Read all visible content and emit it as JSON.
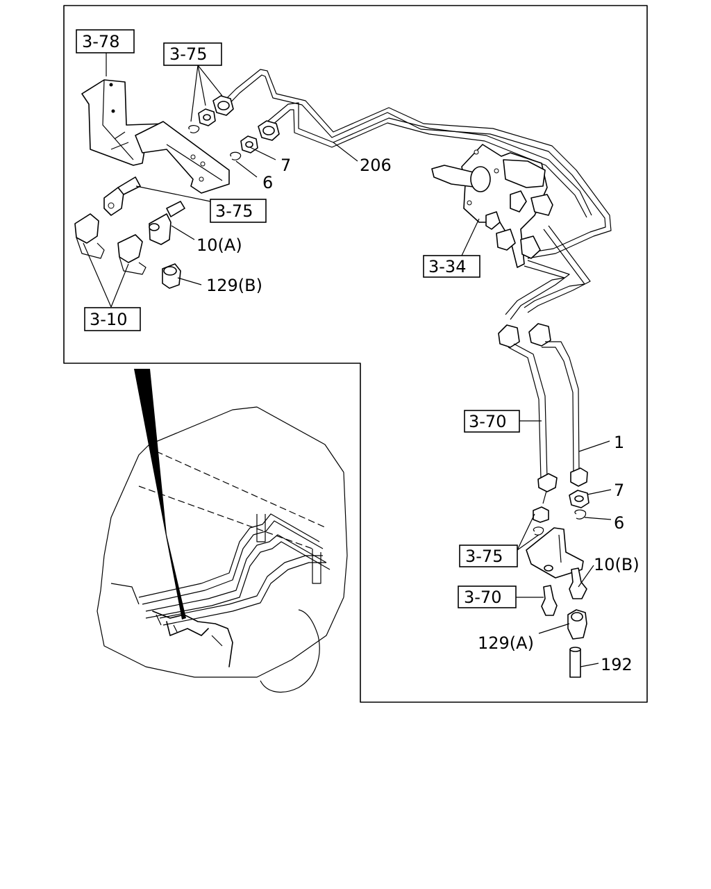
{
  "callouts": {
    "ref_3_78": "3-78",
    "ref_3_75_top": "3-75",
    "ref_3_75_mid": "3-75",
    "ref_3_10": "3-10",
    "ref_3_34": "3-34",
    "ref_3_70_upper": "3-70",
    "ref_3_75_lower": "3-75",
    "ref_3_70_lower": "3-70"
  },
  "part_numbers": {
    "p206": "206",
    "p7_top": "7",
    "p6_top": "6",
    "p10a": "10(A)",
    "p129b": "129(B)",
    "p1": "1",
    "p7_low": "7",
    "p6_low": "6",
    "p10b": "10(B)",
    "p129a": "129(A)",
    "p192": "192"
  }
}
